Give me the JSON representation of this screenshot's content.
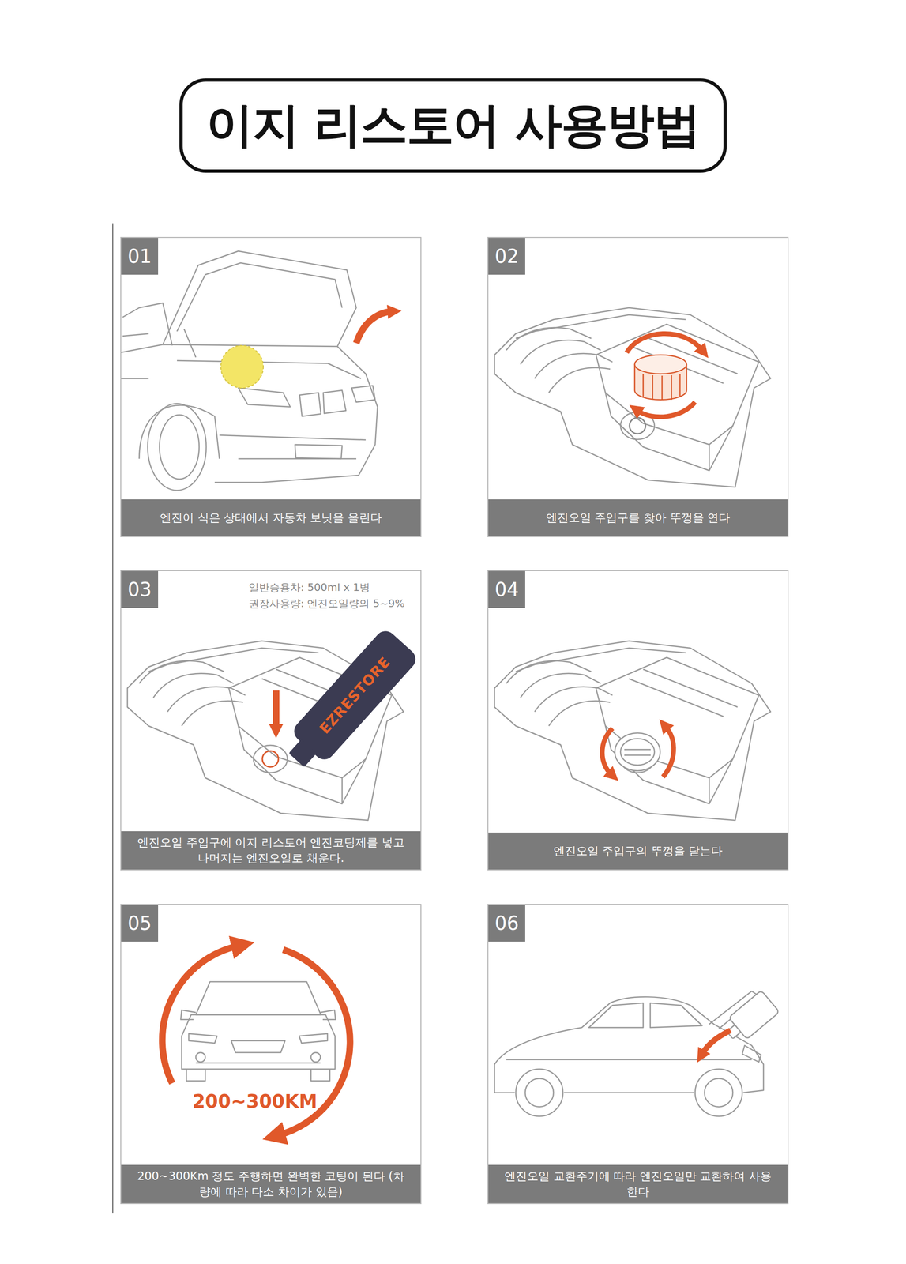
{
  "diagram": {
    "title": "이지 리스토어 사용방법",
    "nodes": [
      {
        "text": [
          "01",
          "엔진이 식은 상태에서 자동차 보닛을 올린다"
        ]
      },
      {
        "text": [
          "02",
          "엔진오일 주입구를 찾아 뚜껑을 연다"
        ]
      },
      {
        "text": [
          "03",
          "일반승용차: 500ml x 1병",
          "권장사용량: 엔진오일량의 5~9%",
          "엔진오일 주입구에 이지 리스토어 엔진코팅제를 넣고 나머지는 엔진오일로 채운다."
        ]
      },
      {
        "text": [
          "04",
          "엔진오일 주입구의 뚜껑을 닫는다"
        ]
      },
      {
        "text": [
          "05",
          "200~300Km 정도 주행하면 완벽한 코팅이 된다 (차량에 따라 다소 차이가 있음)"
        ]
      },
      {
        "text": [
          "06",
          "엔진오일 교환주기에 따라 엔진오일만 교환하여 사용한다"
        ]
      }
    ],
    "labels": [
      "EZRESTORE",
      "200~300KM"
    ]
  }
}
